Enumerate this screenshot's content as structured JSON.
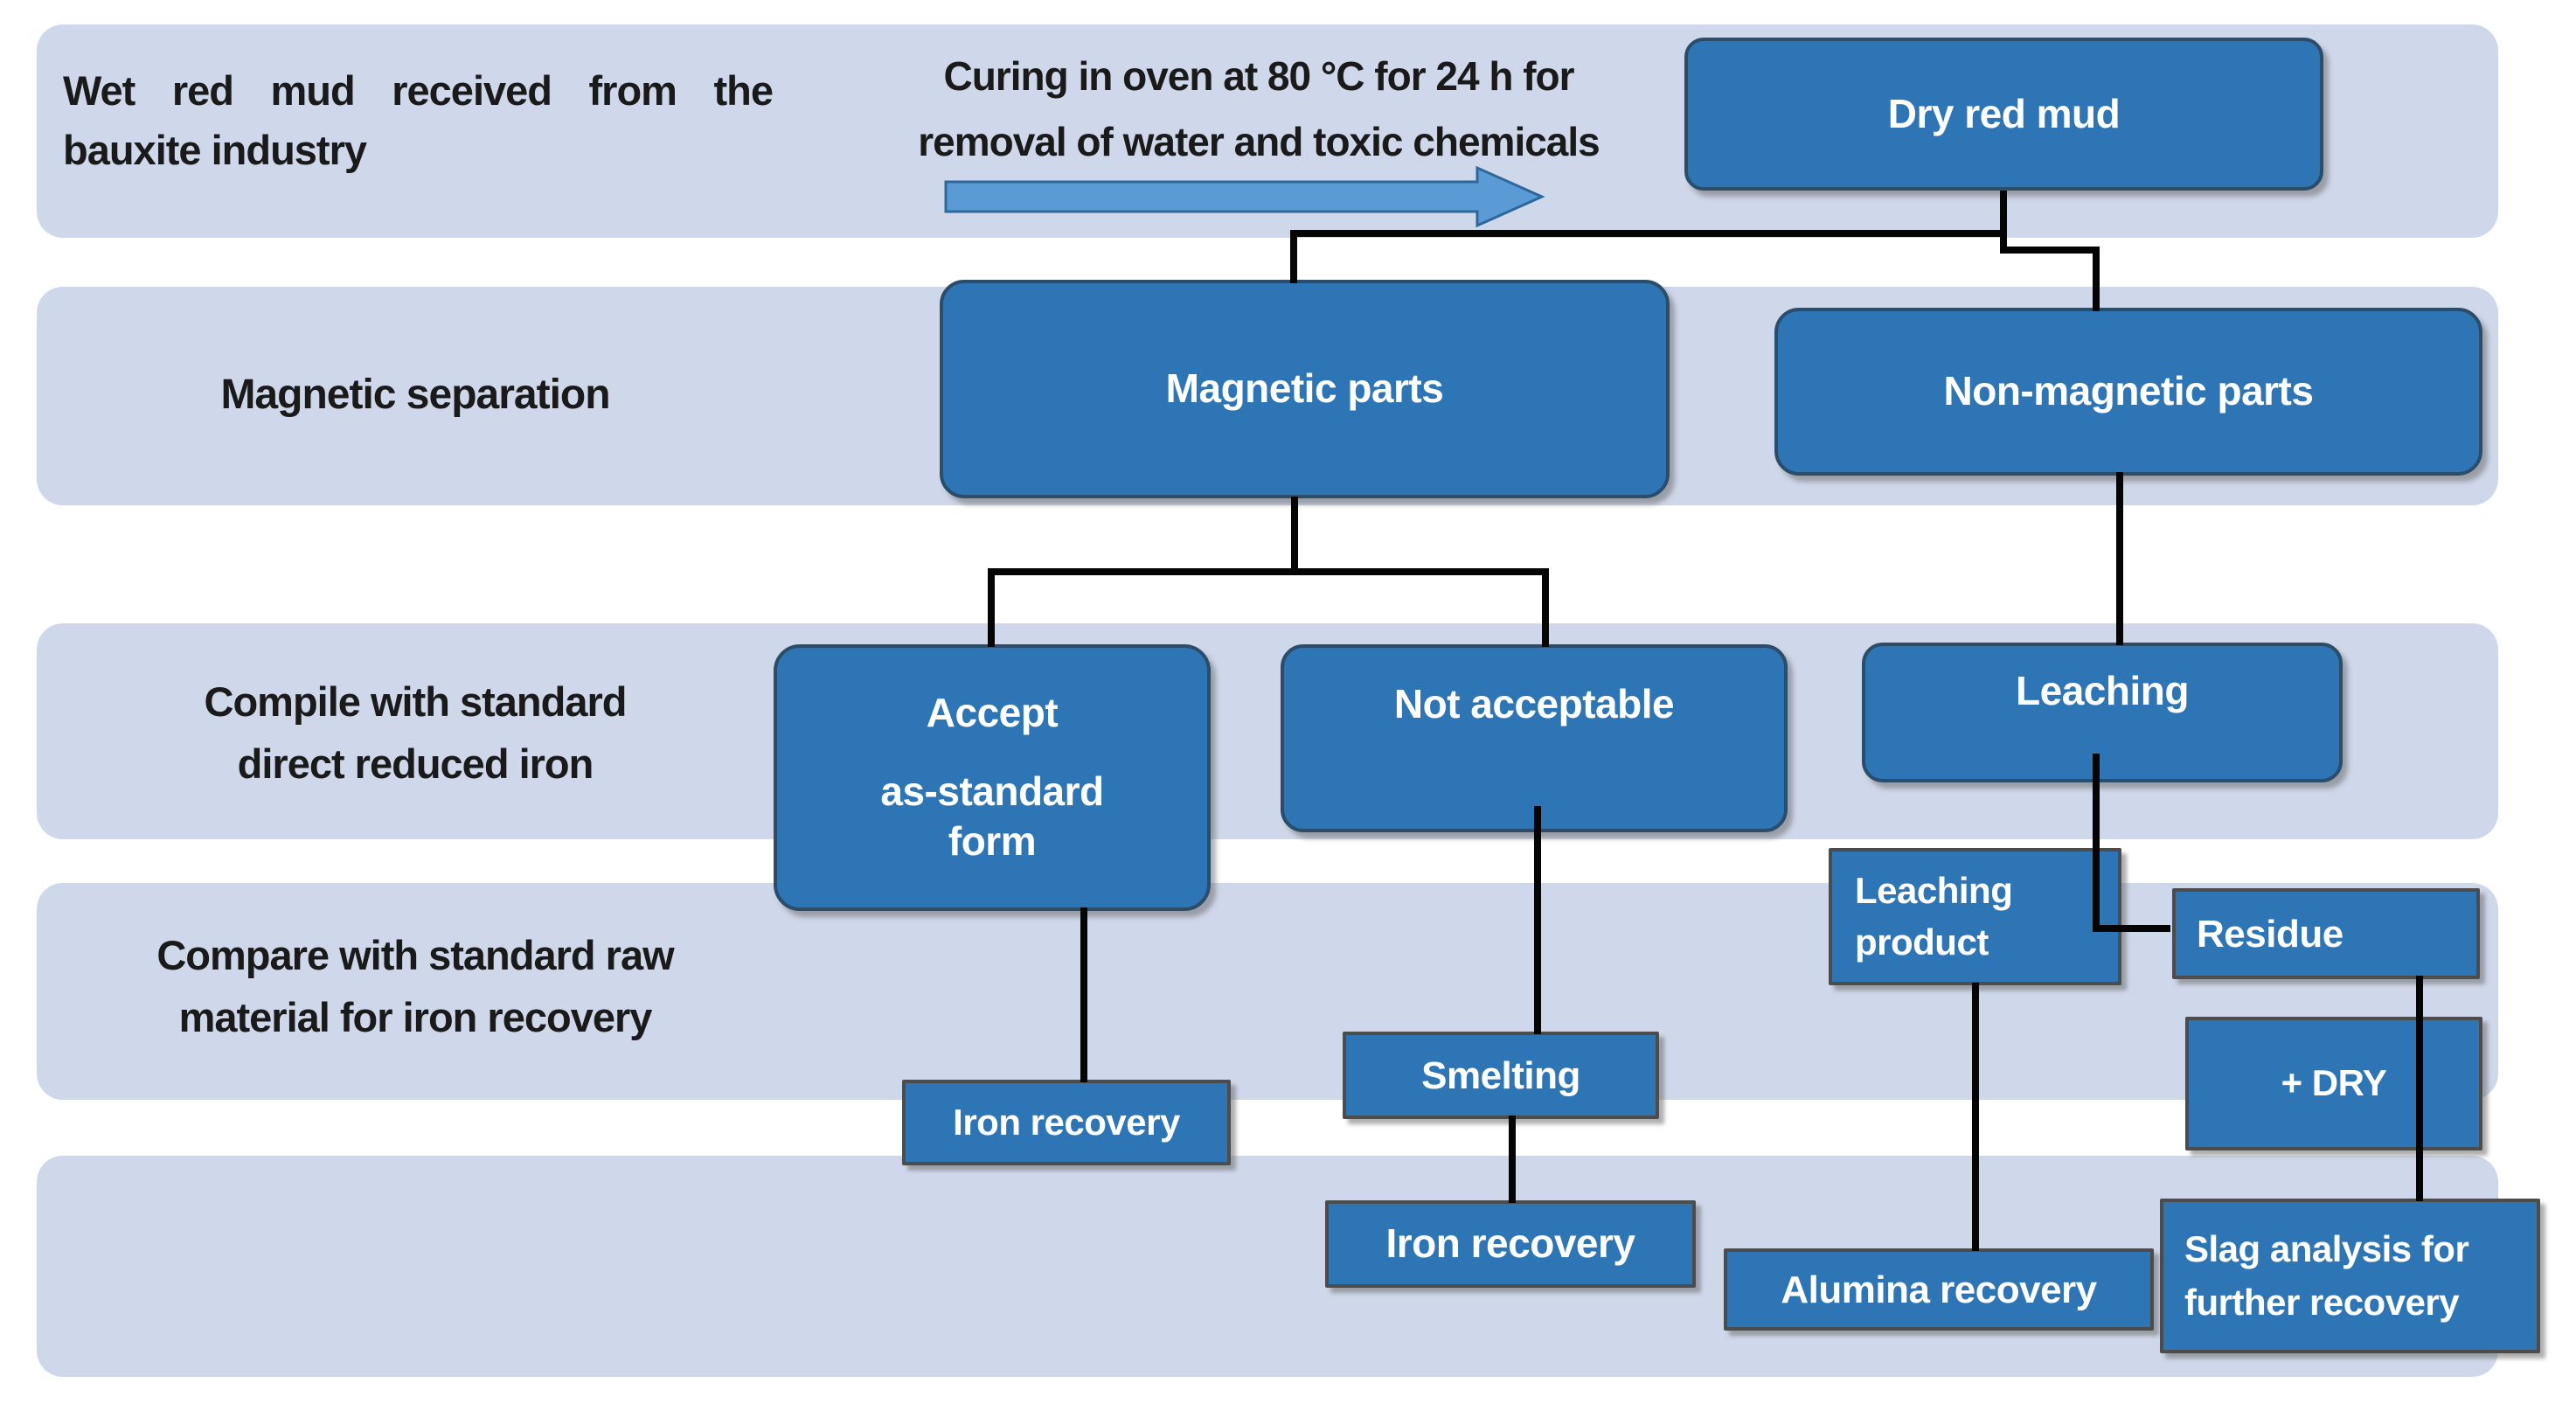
{
  "colors": {
    "background": "#ffffff",
    "band": "#cfd8ea",
    "node_fill": "#2e75b5",
    "node_border": "#2b4d69",
    "small_node_border": "#4c4c4c",
    "node_text": "#ffffff",
    "label_text": "#1a1a1a",
    "connector": "#050505",
    "arrow_fill": "#5b9bd5",
    "arrow_border": "#2c689c"
  },
  "labels": {
    "wet_red_mud": "Wet red mud received from the bauxite industry",
    "curing_line1": "Curing in oven at 80 °C for 24 h for",
    "curing_line2": "removal of water and toxic chemicals",
    "magnetic_separation": "Magnetic separation",
    "compile_line1": "Compile with standard",
    "compile_line2": "direct reduced iron",
    "compare_line1": "Compare with standard raw",
    "compare_line2": "material for iron recovery"
  },
  "nodes": {
    "dry_red_mud": "Dry red mud",
    "magnetic_parts": "Magnetic parts",
    "non_magnetic_parts": "Non-magnetic parts",
    "accept_line1": "Accept",
    "accept_line2": "as-standard",
    "accept_line3": "form",
    "not_acceptable": "Not acceptable",
    "leaching": "Leaching",
    "leaching_product_line1": "Leaching",
    "leaching_product_line2": "product",
    "residue": "Residue",
    "plus_dry": "+ DRY",
    "iron_recovery_accept": "Iron recovery",
    "smelting": "Smelting",
    "iron_recovery_smelting": "Iron recovery",
    "alumina_recovery": "Alumina recovery",
    "slag_line1": "Slag analysis for",
    "slag_line2": "further recovery"
  }
}
